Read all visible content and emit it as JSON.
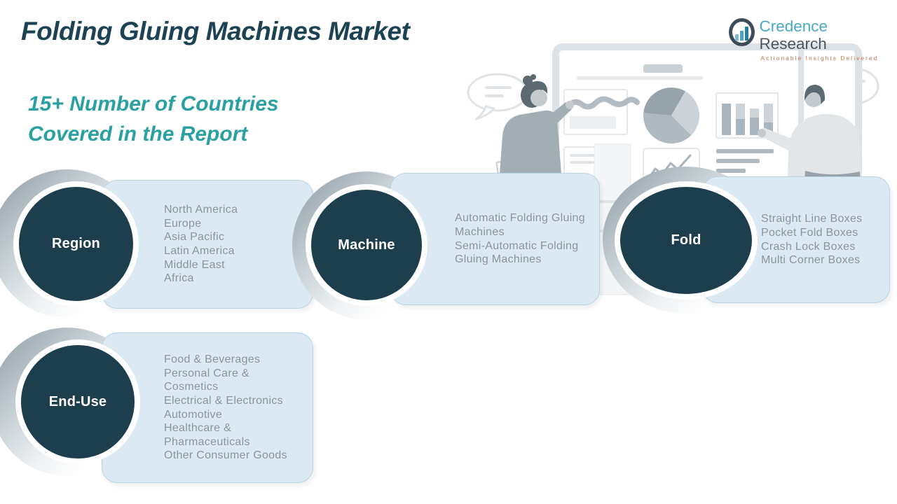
{
  "page": {
    "title": "Folding Gluing Machines Market",
    "subtitle": "15+ Number of Countries Covered in the Report"
  },
  "logo": {
    "brand_primary": "Credence",
    "brand_secondary": "Research",
    "tagline": "Actionable Insights Delivered",
    "icon": "bar-chart-circle-icon"
  },
  "groups": {
    "region": {
      "label": "Region",
      "items": [
        "North America",
        "Europe",
        "Asia Pacific",
        "Latin America",
        "Middle East",
        "Africa"
      ]
    },
    "machine": {
      "label": "Machine",
      "items": [
        "Automatic Folding Gluing Machines",
        "Semi-Automatic Folding Gluing Machines"
      ]
    },
    "fold": {
      "label": "Fold",
      "items": [
        "Straight Line Boxes",
        "Pocket Fold Boxes",
        "Crash Lock Boxes",
        "Multi Corner Boxes"
      ]
    },
    "end_use": {
      "label": "End-Use",
      "items": [
        "Food & Beverages",
        "Personal Care & Cosmetics",
        "Electrical & Electronics",
        "Automotive",
        "Healthcare & Pharmaceuticals",
        "Other Consumer Goods"
      ]
    }
  },
  "illustration": {
    "alt": "Two presenters discussing charts on a whiteboard"
  },
  "colors": {
    "title_teal": "#1c4254",
    "accent_teal": "#2ba0a2",
    "circle_navy": "#1c3e4d",
    "panel_blue": "#dbe9f3",
    "logo_blue": "#49a9c4",
    "logo_orange": "#bf7046"
  }
}
